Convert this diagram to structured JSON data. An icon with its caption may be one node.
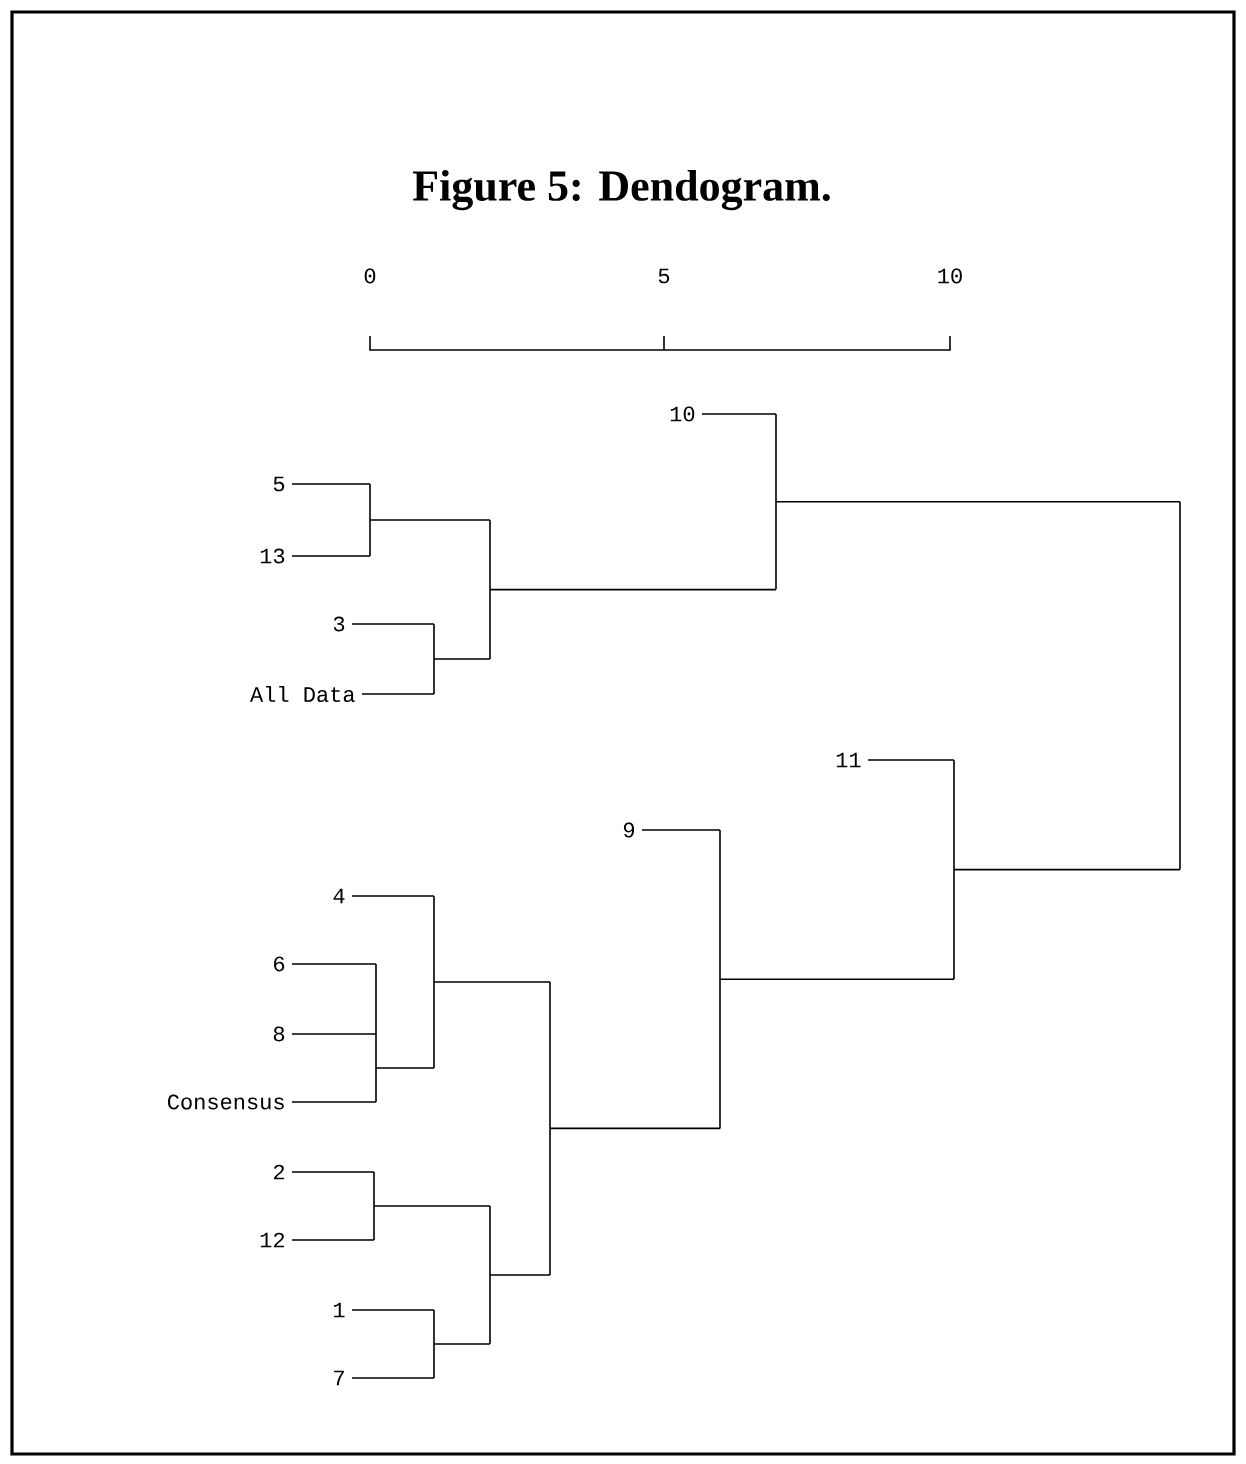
{
  "diagram": {
    "title": "Figure 5: Dendogram.",
    "labels": [
      "0",
      "5",
      "10",
      "10",
      "5",
      "13",
      "3",
      "All Data",
      "11",
      "9",
      "4",
      "6",
      "8",
      "Consensus",
      "2",
      "12",
      "1",
      "7"
    ]
  }
}
